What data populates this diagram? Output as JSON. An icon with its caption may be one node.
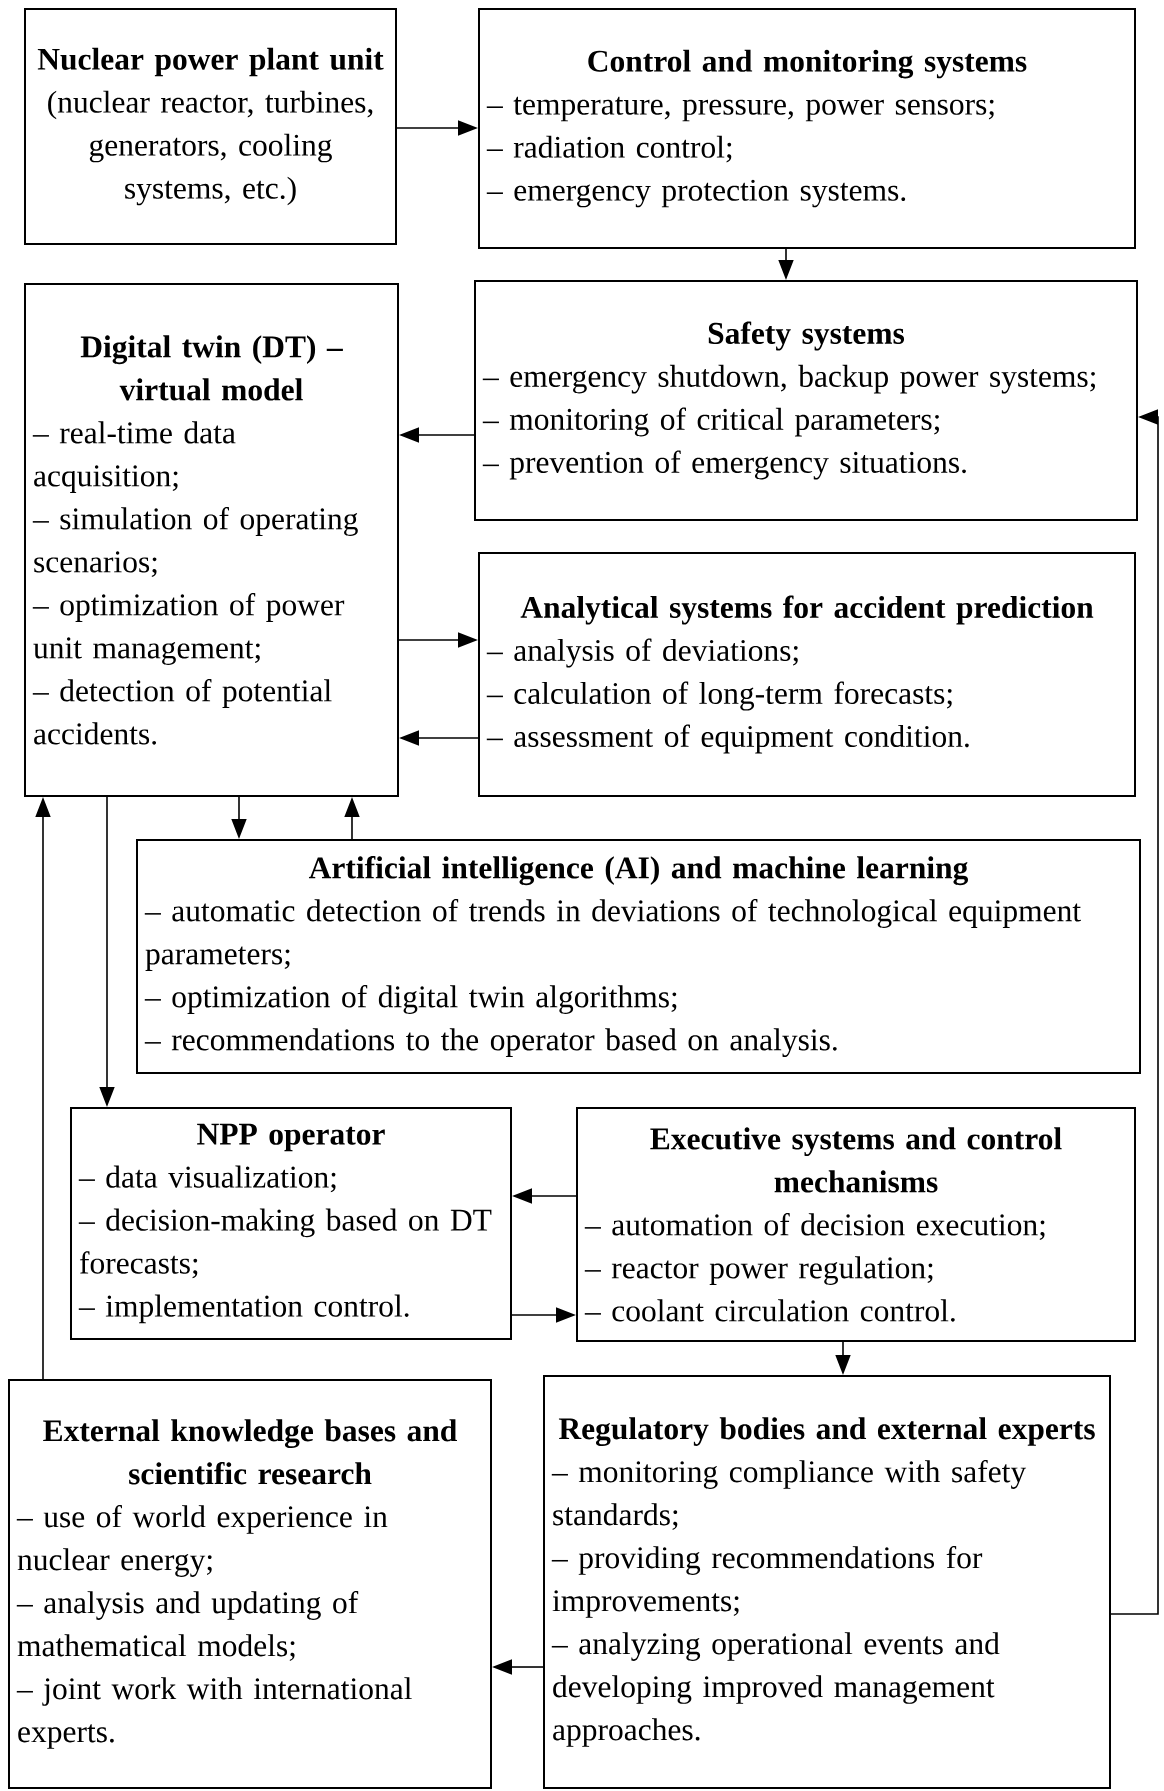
{
  "diagram": {
    "nodes": [
      {
        "text": [
          "Nuclear power plant unit",
          "(nuclear reactor, turbines, generators, cooling systems, etc.)"
        ]
      },
      {
        "text": [
          "Control and monitoring systems",
          "– temperature, pressure, power sensors;",
          "– radiation control;",
          "– emergency protection systems."
        ]
      },
      {
        "text": [
          "Safety systems",
          "– emergency shutdown, backup power systems;",
          "– monitoring of critical parameters;",
          "– prevention of emergency situations."
        ]
      },
      {
        "text": [
          "Digital twin (DT) – virtual model",
          "– real-time data acquisition;",
          "– simulation of operating scenarios;",
          "– optimization of power unit management;",
          "– detection of potential accidents."
        ]
      },
      {
        "text": [
          "Analytical systems for accident prediction",
          "– analysis of deviations;",
          "– calculation of long-term forecasts;",
          "– assessment of equipment condition."
        ]
      },
      {
        "text": [
          "Artificial intelligence (AI) and machine learning",
          "– automatic detection of trends in deviations of technological equipment parameters;",
          "– optimization of digital twin algorithms;",
          "– recommendations to the operator based on analysis."
        ]
      },
      {
        "text": [
          "NPP operator",
          "– data visualization;",
          "– decision-making based on DT forecasts;",
          "– implementation control."
        ]
      },
      {
        "text": [
          "Executive systems and control mechanisms",
          "– automation of decision execution;",
          "– reactor power regulation;",
          "– coolant circulation control."
        ]
      },
      {
        "text": [
          "External knowledge bases and scientific research",
          "– use of world experience in nuclear energy;",
          "– analysis and updating of mathematical models;",
          "– joint work with international experts."
        ]
      },
      {
        "text": [
          "Regulatory bodies and external experts",
          "– monitoring compliance with safety standards;",
          "– providing recommendations for improvements;",
          "– analyzing operational events and developing improved management approaches."
        ]
      }
    ],
    "edges": [
      {
        "from": 0,
        "to": 1,
        "arrow": "to"
      },
      {
        "from": 1,
        "to": 2,
        "arrow": "to"
      },
      {
        "from": 2,
        "to": 3,
        "arrow": "to"
      },
      {
        "from": 3,
        "to": 4,
        "arrow": "to"
      },
      {
        "from": 4,
        "to": 3,
        "arrow": "to"
      },
      {
        "from": 3,
        "to": 5,
        "arrow": "to"
      },
      {
        "from": 5,
        "to": 3,
        "arrow": "to"
      },
      {
        "from": 3,
        "to": 6,
        "arrow": "to"
      },
      {
        "from": 7,
        "to": 6,
        "arrow": "to"
      },
      {
        "from": 6,
        "to": 7,
        "arrow": "to"
      },
      {
        "from": 7,
        "to": 9,
        "arrow": "to"
      },
      {
        "from": 9,
        "to": 8,
        "arrow": "to"
      },
      {
        "from": 8,
        "to": 3,
        "arrow": "to"
      },
      {
        "from": 9,
        "to": 2,
        "arrow": "to"
      }
    ]
  }
}
